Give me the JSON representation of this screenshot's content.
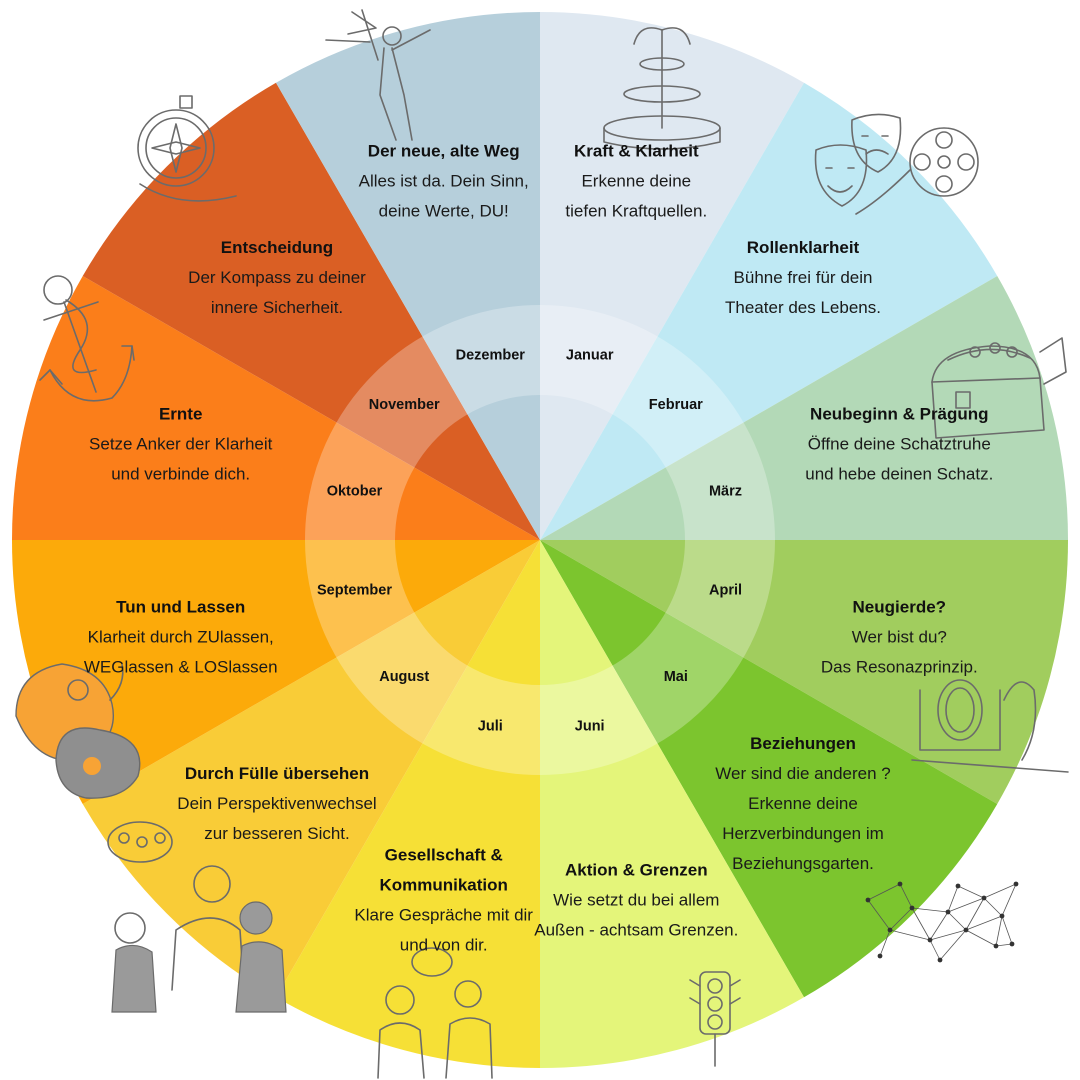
{
  "segments": [
    {
      "id": "januar",
      "color": "#dfe8f1",
      "title": [
        "Kraft & Klarheit"
      ],
      "text": [
        "Erkenne deine",
        "tiefen Kraftquellen."
      ]
    },
    {
      "id": "februar",
      "color": "#bfe9f4",
      "title": [
        "Rollenklarheit"
      ],
      "text": [
        "Bühne frei für dein",
        "Theater des Lebens."
      ]
    },
    {
      "id": "maerz",
      "color": "#b3d9b7",
      "title": [
        "Neubeginn & Prägung"
      ],
      "text": [
        "Öffne deine Schatztruhe",
        "und hebe deinen Schatz."
      ]
    },
    {
      "id": "april",
      "color": "#a1cd5e",
      "title": [
        "Neugierde?"
      ],
      "text": [
        "Wer bist du?",
        "Das Resonazprinzip."
      ]
    },
    {
      "id": "mai",
      "color": "#7cc52e",
      "title": [
        "Beziehungen"
      ],
      "text": [
        "Wer sind die anderen ?",
        "Erkenne deine",
        "Herzverbindungen im",
        "Beziehungsgarten."
      ]
    },
    {
      "id": "juni",
      "color": "#e4f57a",
      "title": [
        "Aktion & Grenzen"
      ],
      "text": [
        "Wie setzt du bei allem",
        "Außen - achtsam Grenzen."
      ]
    },
    {
      "id": "juli",
      "color": "#f6e036",
      "title": [
        "Gesellschaft &",
        "Kommunikation"
      ],
      "text": [
        "Klare Gespräche mit dir",
        "und von dir."
      ]
    },
    {
      "id": "august",
      "color": "#f9cc37",
      "title": [
        "Durch Fülle übersehen"
      ],
      "text": [
        "Dein Perspektivenwechsel",
        "zur besseren Sicht."
      ]
    },
    {
      "id": "september",
      "color": "#fcaa0a",
      "title": [
        "Tun und Lassen"
      ],
      "text": [
        "Klarheit durch ZUlassen,",
        "WEGlassen & LOSlassen"
      ]
    },
    {
      "id": "oktober",
      "color": "#fb7e1a",
      "title": [
        "Ernte"
      ],
      "text": [
        "Setze Anker der Klarheit",
        "und verbinde dich."
      ]
    },
    {
      "id": "november",
      "color": "#da5f24",
      "title": [
        "Entscheidung"
      ],
      "text": [
        "Der Kompass zu deiner",
        "innere Sicherheit."
      ]
    },
    {
      "id": "dezember",
      "color": "#b6cfdb",
      "title": [
        "Der neue, alte Weg"
      ],
      "text": [
        "Alles ist da. Dein Sinn,",
        "deine Werte, DU!"
      ]
    }
  ],
  "months": [
    "Januar",
    "Februar",
    "März",
    "April",
    "Mai",
    "Juni",
    "Juli",
    "August",
    "September",
    "Oktober",
    "November",
    "Dezember"
  ],
  "ring_color": "#ffffff",
  "decorations": [
    "person-with-flag-icon",
    "fountain-icon",
    "theater-masks-icon",
    "film-reel-icon",
    "treasure-chest-icon",
    "mirror-icon",
    "network-icon",
    "traffic-light-icon",
    "people-talking-icon",
    "group-of-people-icon",
    "hands-with-flower-icon",
    "anchor-icon",
    "compass-icon"
  ]
}
